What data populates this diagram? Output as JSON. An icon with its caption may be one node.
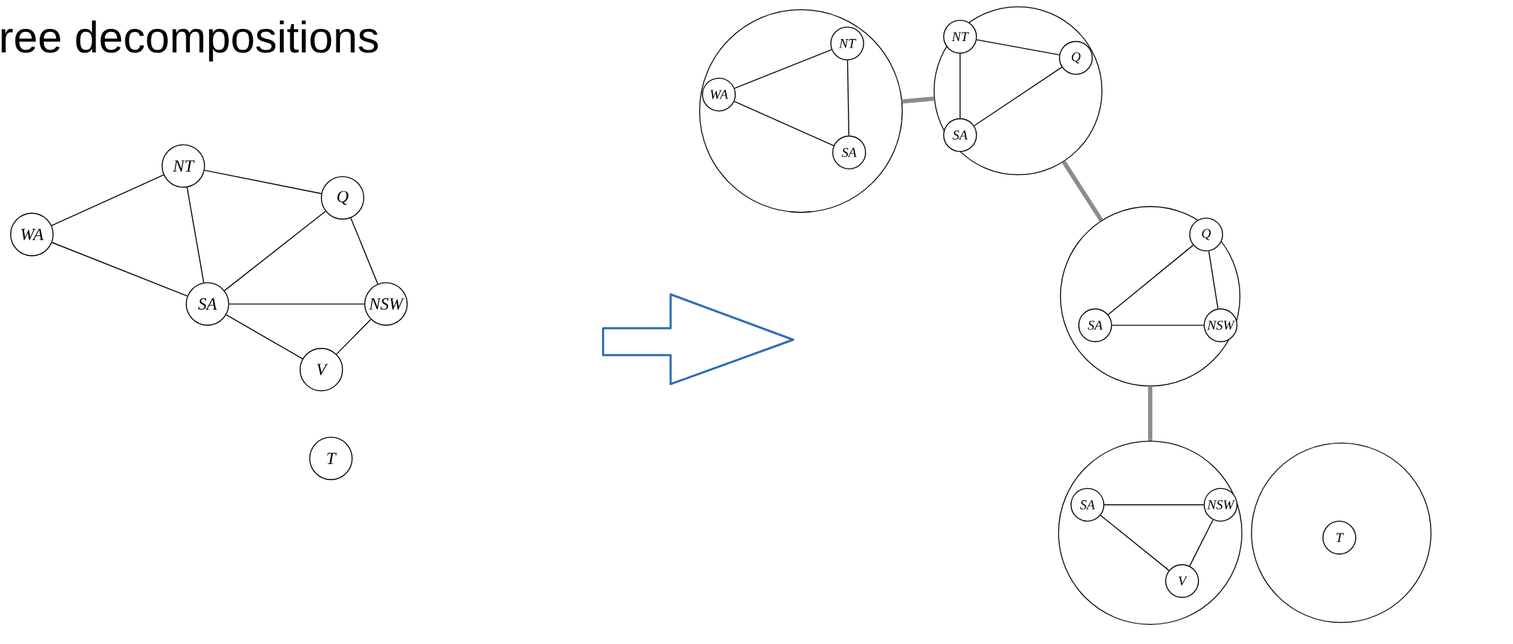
{
  "diagram": {
    "title": "ree decompositions",
    "nodes": [
      {
        "text": [
          "WA"
        ]
      },
      {
        "text": [
          "NT"
        ]
      },
      {
        "text": [
          "Q"
        ]
      },
      {
        "text": [
          "SA"
        ]
      },
      {
        "text": [
          "NSW"
        ]
      },
      {
        "text": [
          "V"
        ]
      },
      {
        "text": [
          "T"
        ]
      },
      {
        "text": [],
        "shape": "circle"
      },
      {
        "text": [
          "NT"
        ],
        "in": 7
      },
      {
        "text": [
          "WA"
        ],
        "in": 7
      },
      {
        "text": [
          "SA"
        ],
        "in": 7
      },
      {
        "text": [],
        "shape": "circle"
      },
      {
        "text": [
          "NT"
        ],
        "in": 11
      },
      {
        "text": [
          "Q"
        ],
        "in": 11
      },
      {
        "text": [
          "SA"
        ],
        "in": 11
      },
      {
        "text": [],
        "shape": "circle"
      },
      {
        "text": [
          "Q"
        ],
        "in": 15
      },
      {
        "text": [
          "SA"
        ],
        "in": 15
      },
      {
        "text": [
          "NSW"
        ],
        "in": 15
      },
      {
        "text": [],
        "shape": "circle"
      },
      {
        "text": [
          "SA"
        ],
        "in": 19
      },
      {
        "text": [
          "NSW"
        ],
        "in": 19
      },
      {
        "text": [
          "V"
        ],
        "in": 19
      },
      {
        "text": [],
        "shape": "circle"
      },
      {
        "text": [
          "T"
        ],
        "in": 23
      }
    ],
    "edges": [
      {
        "from": 0,
        "to": 1,
        "arrow": "none"
      },
      {
        "from": 0,
        "to": 3,
        "arrow": "none"
      },
      {
        "from": 1,
        "to": 3,
        "arrow": "none"
      },
      {
        "from": 1,
        "to": 2,
        "arrow": "none"
      },
      {
        "from": 2,
        "to": 3,
        "arrow": "none"
      },
      {
        "from": 2,
        "to": 4,
        "arrow": "none"
      },
      {
        "from": 3,
        "to": 4,
        "arrow": "none"
      },
      {
        "from": 3,
        "to": 5,
        "arrow": "none"
      },
      {
        "from": 4,
        "to": 5,
        "arrow": "none"
      },
      {
        "from": 9,
        "to": 8,
        "arrow": "none"
      },
      {
        "from": 9,
        "to": 10,
        "arrow": "none"
      },
      {
        "from": 8,
        "to": 10,
        "arrow": "none"
      },
      {
        "from": 12,
        "to": 13,
        "arrow": "none"
      },
      {
        "from": 12,
        "to": 14,
        "arrow": "none"
      },
      {
        "from": 13,
        "to": 14,
        "arrow": "none"
      },
      {
        "from": 16,
        "to": 17,
        "arrow": "none"
      },
      {
        "from": 16,
        "to": 18,
        "arrow": "none"
      },
      {
        "from": 17,
        "to": 18,
        "arrow": "none"
      },
      {
        "from": 20,
        "to": 21,
        "arrow": "none"
      },
      {
        "from": 20,
        "to": 22,
        "arrow": "none"
      },
      {
        "from": 21,
        "to": 22,
        "arrow": "none"
      },
      {
        "from": 7,
        "to": 11,
        "arrow": "none",
        "style": "thick",
        "color": "#8c8c8c"
      },
      {
        "from": 11,
        "to": 15,
        "arrow": "none",
        "style": "thick",
        "color": "#8c8c8c"
      },
      {
        "from": 15,
        "to": 19,
        "arrow": "none",
        "style": "thick",
        "color": "#8c8c8c"
      }
    ]
  }
}
